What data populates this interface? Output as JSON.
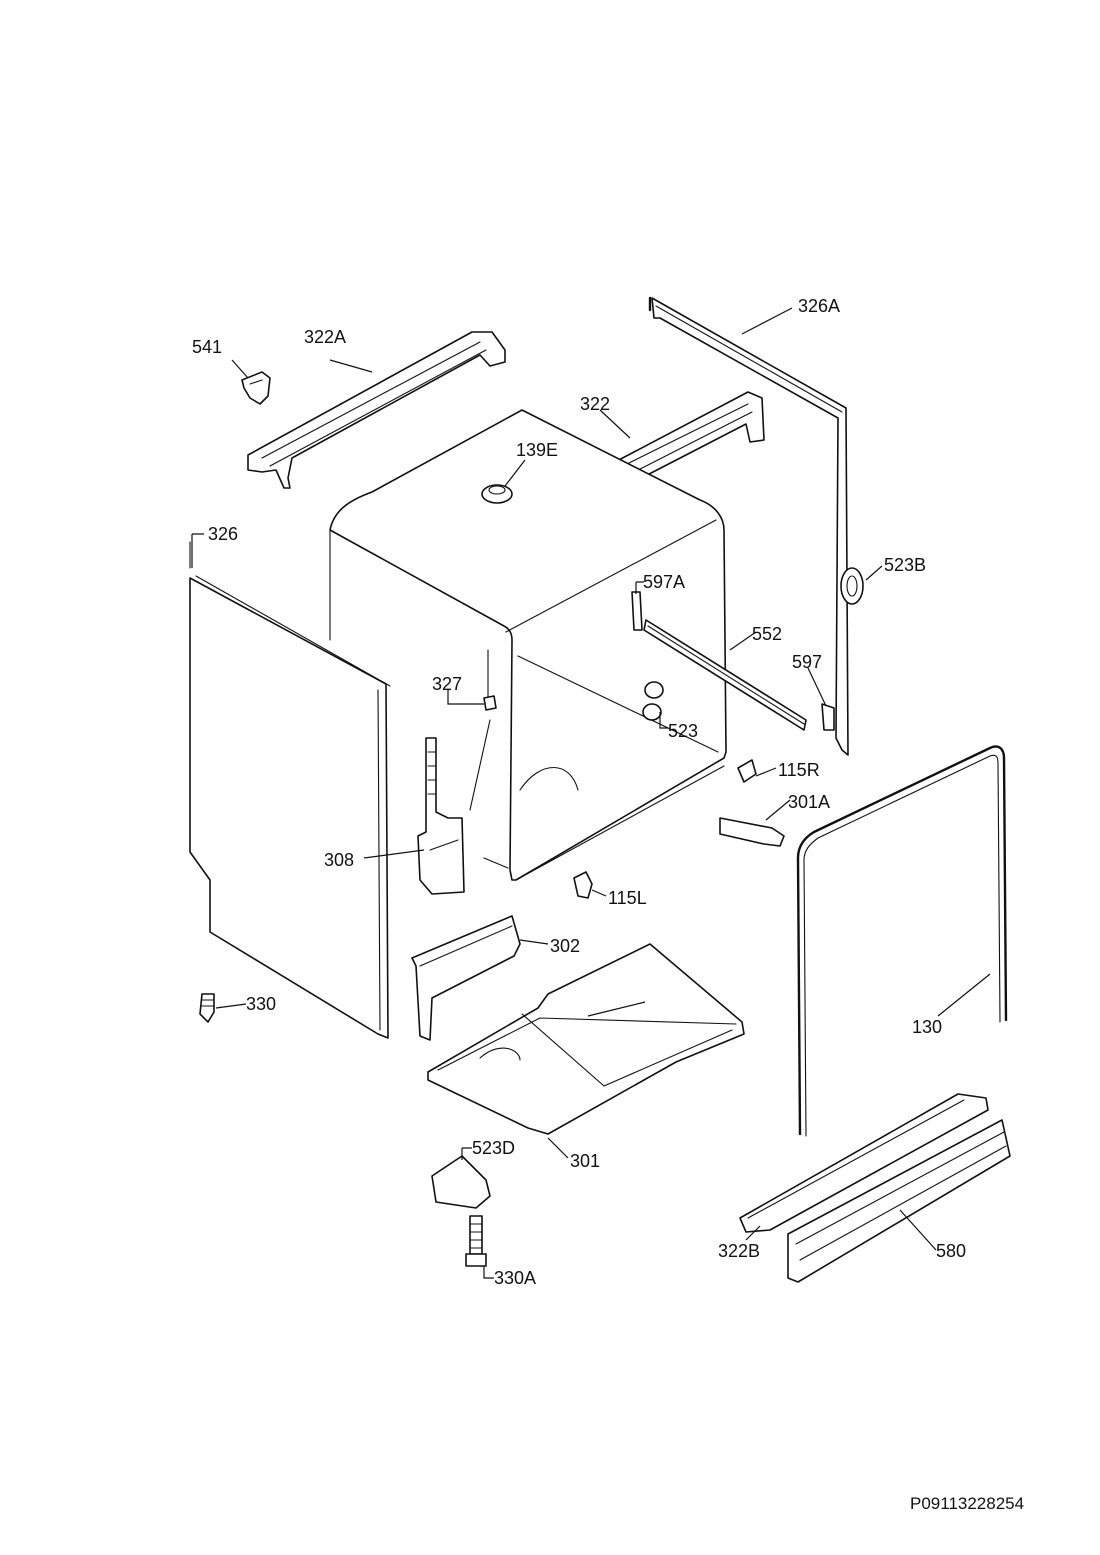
{
  "diagram": {
    "callouts": {
      "c541": "541",
      "c322A": "322A",
      "c322": "322",
      "c326A": "326A",
      "c139E": "139E",
      "c326": "326",
      "c523B": "523B",
      "c597A": "597A",
      "c552": "552",
      "c597": "597",
      "c327": "327",
      "c523": "523",
      "c115R": "115R",
      "c301A": "301A",
      "c308": "308",
      "c115L": "115L",
      "c302": "302",
      "c330": "330",
      "c130": "130",
      "c523D": "523D",
      "c301": "301",
      "c322B": "322B",
      "c580": "580",
      "c330A": "330A"
    },
    "drawing_code": "P09113228254"
  }
}
